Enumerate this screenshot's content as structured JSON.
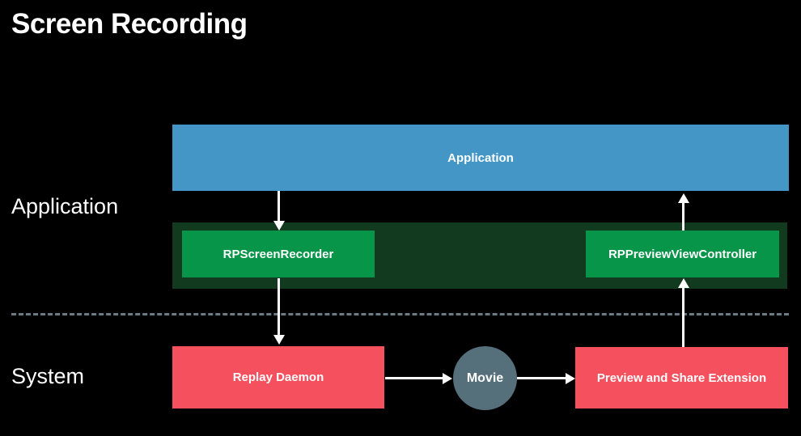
{
  "title": "Screen Recording",
  "layers": {
    "application_label": "Application",
    "system_label": "System"
  },
  "nodes": {
    "application_bar": {
      "label": "Application"
    },
    "rp_screen_recorder": {
      "label": "RPScreenRecorder"
    },
    "rp_preview_view_controller": {
      "label": "RPPreviewViewController"
    },
    "replay_daemon": {
      "label": "Replay Daemon"
    },
    "movie": {
      "label": "Movie"
    },
    "preview_share_extension": {
      "label": "Preview and Share Extension"
    }
  },
  "colors": {
    "bg": "#000000",
    "blue": "#4396C6",
    "darkgreen": "#123A1F",
    "green": "#079549",
    "red": "#F4505E",
    "slate": "#56707B",
    "dash": "#6C7A84",
    "text": "#FFFFFF"
  }
}
